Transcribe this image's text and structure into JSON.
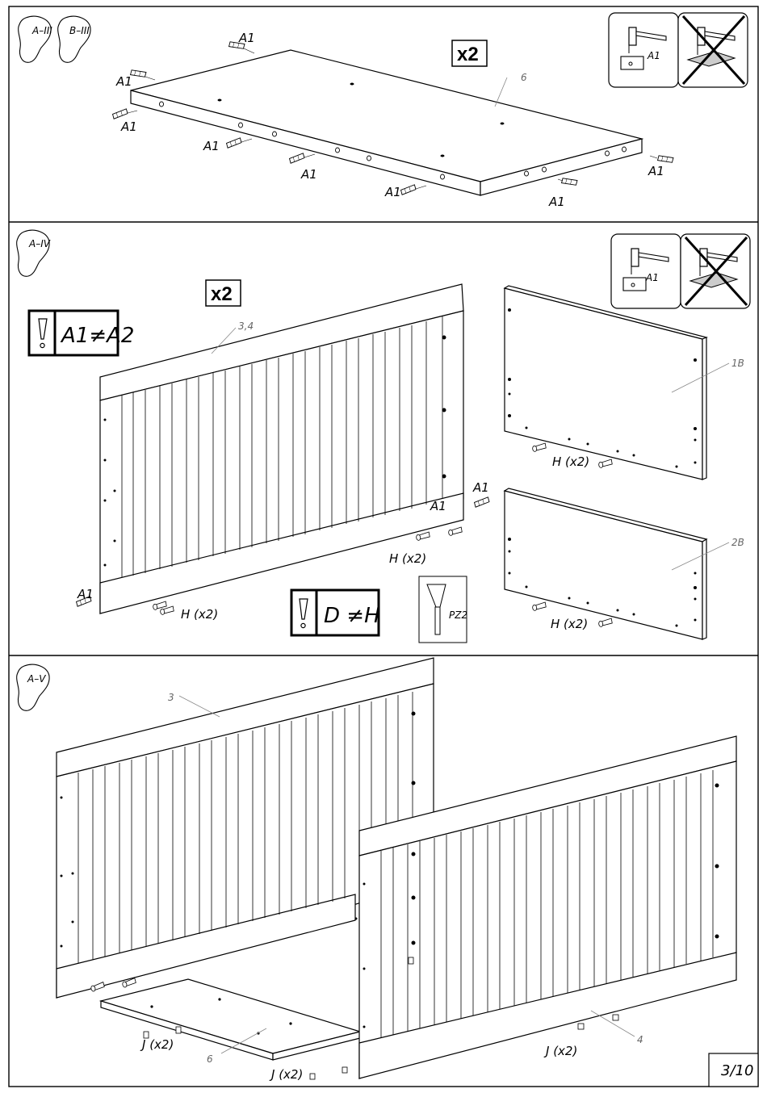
{
  "panels": [
    {
      "steps": [
        "A–III",
        "B–III"
      ],
      "multiplier": "x2",
      "part_ref": "6",
      "dowel_label": "A1",
      "hint_label": "A1"
    },
    {
      "steps": [
        "A–IV"
      ],
      "multiplier": "x2",
      "warning1": "A1≠A2",
      "warning2": "D ≠H",
      "part_refs": [
        "3,4",
        "1B",
        "2B"
      ],
      "dowel_label": "A1",
      "screw_label": "H (x2)",
      "hint_label": "A1",
      "tool_label": "PZ2"
    },
    {
      "steps": [
        "A–V"
      ],
      "part_refs": [
        "3",
        "6",
        "4"
      ],
      "connector_label": "J (x2)"
    }
  ],
  "page_number": "3/10",
  "icons": [
    "foot-icon",
    "hammer-icon",
    "crossed-out-icon",
    "exclamation-icon",
    "screwdriver-icon"
  ]
}
